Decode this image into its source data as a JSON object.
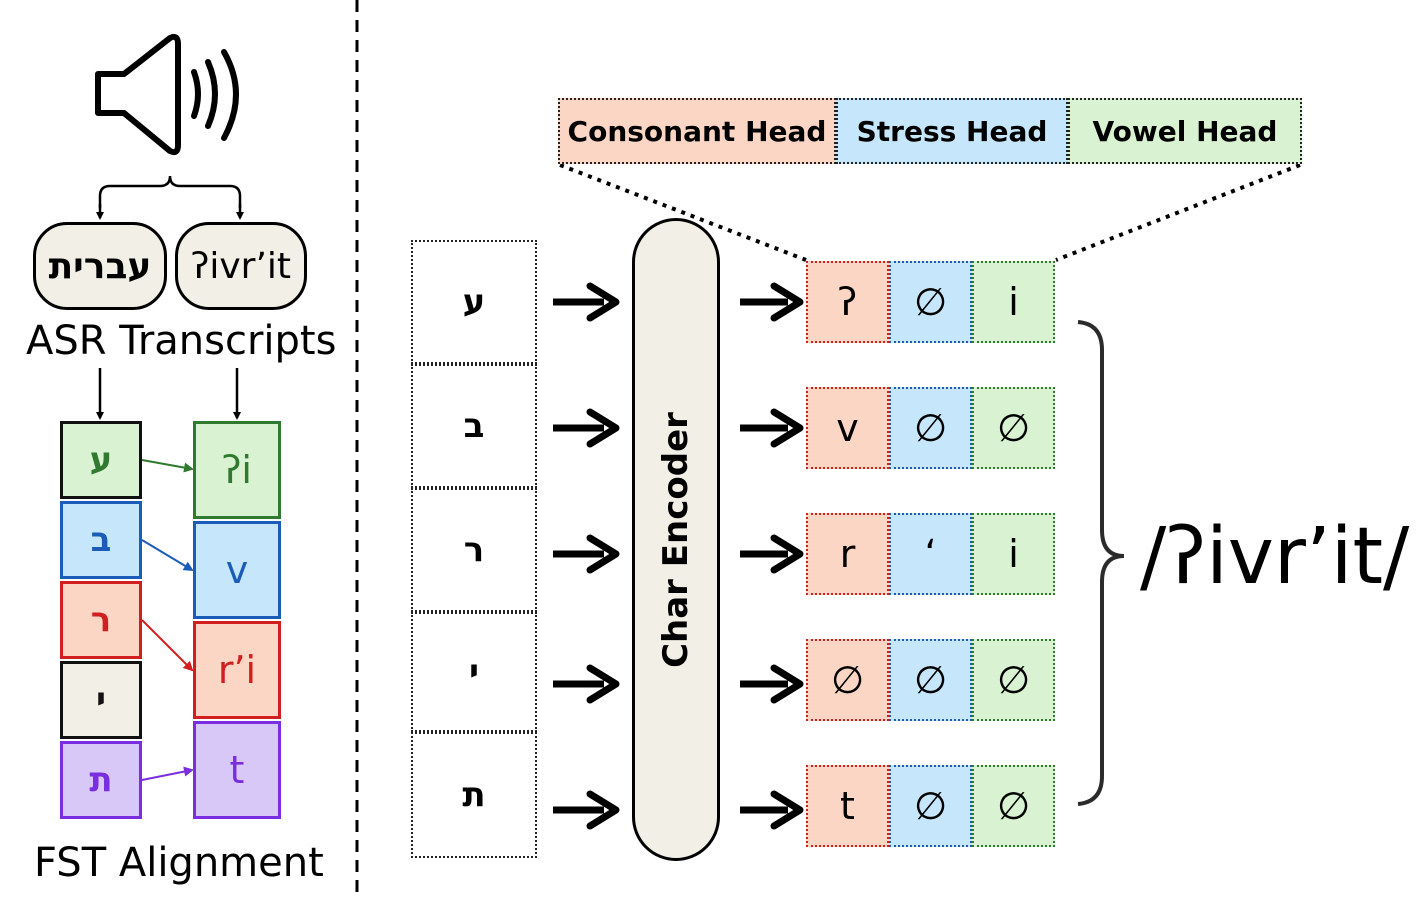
{
  "colors": {
    "green_fill": "#d9f2d1",
    "green_line": "#2f7a2f",
    "blue_fill": "#c6e7fb",
    "blue_line": "#1a5cb8",
    "red_fill": "#fbd6c4",
    "red_line": "#d11f1f",
    "neutral_fill": "#f2efe6",
    "purple_fill": "#d8c8f7",
    "purple_line": "#7a2ee0"
  },
  "left_panel": {
    "icon": "speaker-icon",
    "transcript_hebrew": "עברית",
    "transcript_ipa": "ʔivrʼit",
    "transcripts_caption": "ASR Transcripts",
    "hebrew_chars": [
      "ע",
      "ב",
      "ר",
      "י",
      "ת"
    ],
    "ipa_segments": [
      "ʔi",
      "v",
      "rʼi",
      "t"
    ],
    "alignment_caption": "FST Alignment"
  },
  "right_panel": {
    "input_chars": [
      "ע",
      "ב",
      "ר",
      "י",
      "ת"
    ],
    "encoder_label": "Char Encoder",
    "heads": [
      "Consonant Head",
      "Stress Head",
      "Vowel Head"
    ],
    "outputs": [
      [
        "ʔ",
        "∅",
        "i"
      ],
      [
        "v",
        "∅",
        "∅"
      ],
      [
        "r",
        "ʻ",
        "i"
      ],
      [
        "∅",
        "∅",
        "∅"
      ],
      [
        "t",
        "∅",
        "∅"
      ]
    ],
    "result": "/ʔivrʼit/"
  }
}
